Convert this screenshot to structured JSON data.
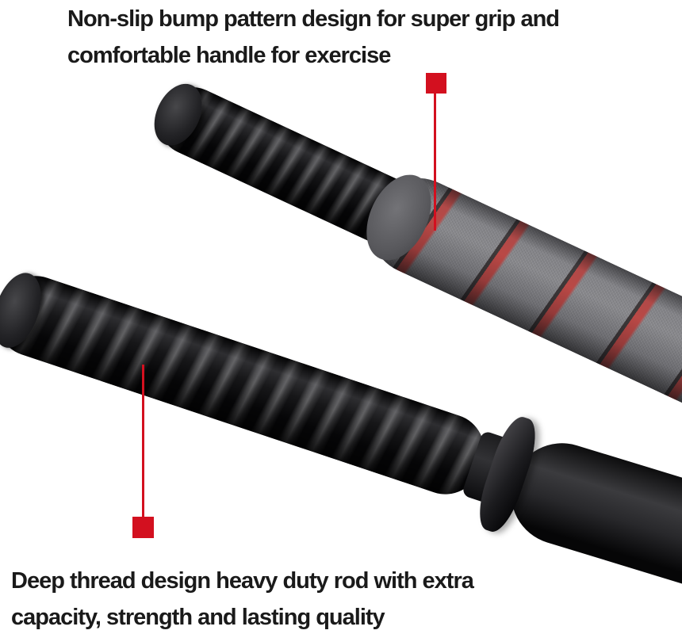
{
  "captions": {
    "top": {
      "line1": "Non-slip bump pattern design for super grip and",
      "line2": "comfortable handle for exercise"
    },
    "bottom": {
      "line1": "Deep thread design heavy duty rod with extra",
      "line2": "capacity, strength and lasting quality"
    }
  },
  "colors": {
    "marker_red": "#d3101f",
    "stripe_red": "#b23431",
    "text_black": "#1a1a1a",
    "foam_gray": "#7c7c80",
    "rod_black": "#19191b",
    "background": "#ffffff"
  }
}
